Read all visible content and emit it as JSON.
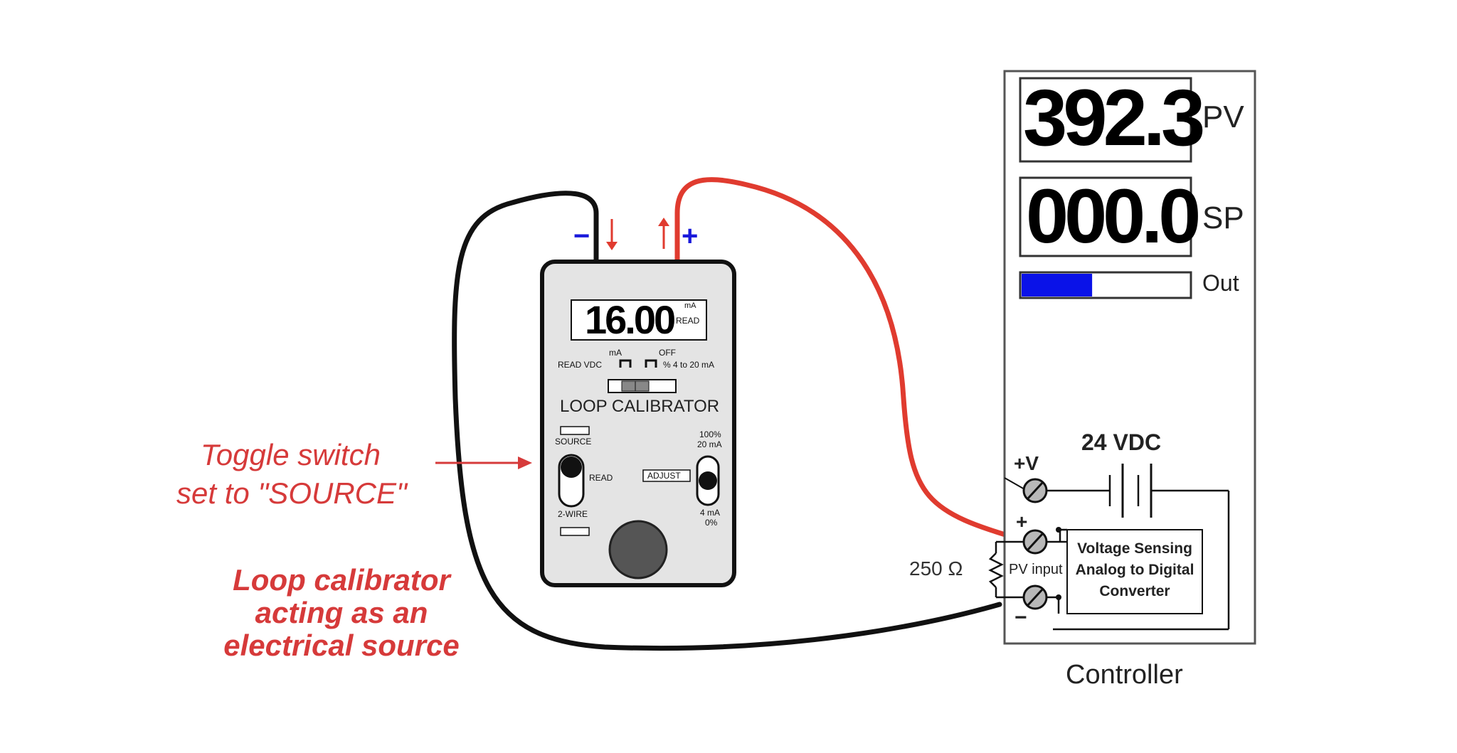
{
  "annotations": {
    "toggle_line1": "Toggle switch",
    "toggle_line2": "set to \"SOURCE\"",
    "source_line1": "Loop calibrator",
    "source_line2": "acting as an",
    "source_line3": "electrical source"
  },
  "calibrator": {
    "display_value": "16.00",
    "display_unit": "mA",
    "display_mode": "READ",
    "terminal_minus": "−",
    "terminal_plus": "+",
    "mode_label_ma": "mA",
    "mode_label_off": "OFF",
    "mode_label_read_vdc": "READ VDC",
    "mode_label_percent": "% 4 to 20 mA",
    "title": "LOOP CALIBRATOR",
    "source_label": "SOURCE",
    "read_label": "READ",
    "two_wire_label": "2-WIRE",
    "adjust_label": "ADJUST",
    "pct_100_label": "100%",
    "ma_20_label": "20 mA",
    "ma_4_label": "4 mA",
    "pct_0_label": "0%"
  },
  "controller": {
    "pv_value": "392.3",
    "pv_label": "PV",
    "sp_value": "000.0",
    "sp_label": "SP",
    "out_label": "Out",
    "out_fraction": 0.42,
    "supply_label": "24 VDC",
    "plus_v_label": "+V",
    "plus_label": "+",
    "minus_label": "−",
    "pv_input_label": "PV input",
    "resistor_label": "250 Ω",
    "adc_line1": "Voltage Sensing",
    "adc_line2": "Analog to Digital",
    "adc_line3": "Converter",
    "name": "Controller"
  },
  "colors": {
    "red_wire": "#e03b2f",
    "black_wire": "#111111",
    "annotation_red": "#d63a3a",
    "terminal_blue": "#1a1adb",
    "out_bar": "#0a12e8"
  }
}
